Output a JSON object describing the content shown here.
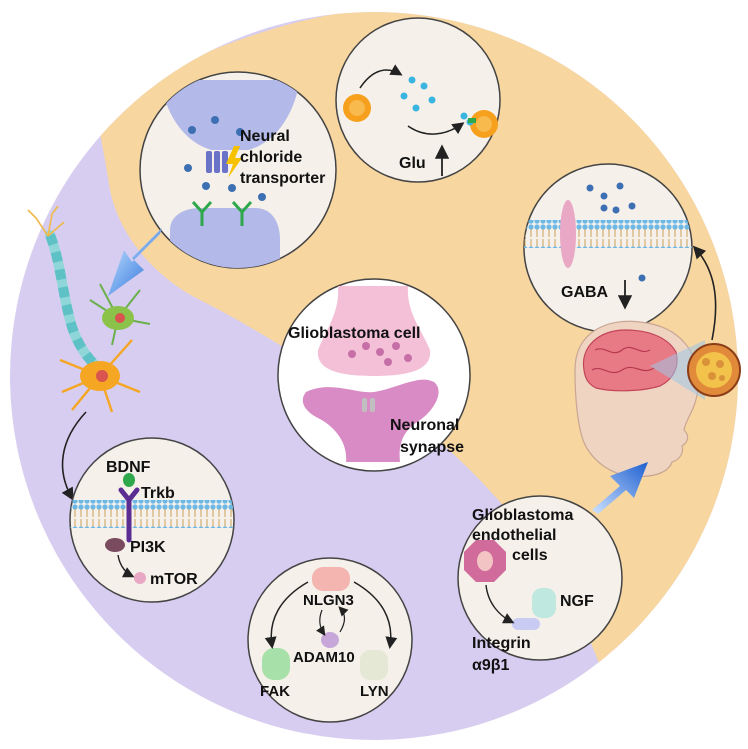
{
  "colors": {
    "outer_purple": "#d7cdf0",
    "outer_orange": "#f7d6a0",
    "bubble_bg": "#f5f0ea",
    "center_bg": "#ffffff",
    "arrow_blue": "#2f6fd8",
    "membrane": "#7ec0e8",
    "neuron_orange": "#f5a623",
    "neuron_green": "#6ab04c",
    "synapse_pink": "#e9a8c6",
    "receptor_purple": "#5b2c91",
    "dot_blue": "#3d6fb3",
    "dot_cyan": "#3ab5e0"
  },
  "icons": [
    "lightning-icon",
    "neuron-icon",
    "brain-icon",
    "head-icon",
    "channel-icon",
    "receptor-icon"
  ],
  "labels": {
    "neural": "Neural",
    "chloride": "chloride",
    "transporter": "transporter",
    "glu": "Glu",
    "gaba": "GABA",
    "glioblastoma_cell": "Glioblastoma cell",
    "neuronal": "Neuronal",
    "synapse": "synapse",
    "bdnf": "BDNF",
    "trkb": "Trkb",
    "pi3k": "PI3K",
    "mtor": "mTOR",
    "nlgn3": "NLGN3",
    "adam10": "ADAM10",
    "fak": "FAK",
    "lyn": "LYN",
    "glioblastoma": "Glioblastoma",
    "endothelial": "endothelial",
    "cells": "cells",
    "ngf": "NGF",
    "integrin": "Integrin",
    "a9b1": "α9β1"
  }
}
